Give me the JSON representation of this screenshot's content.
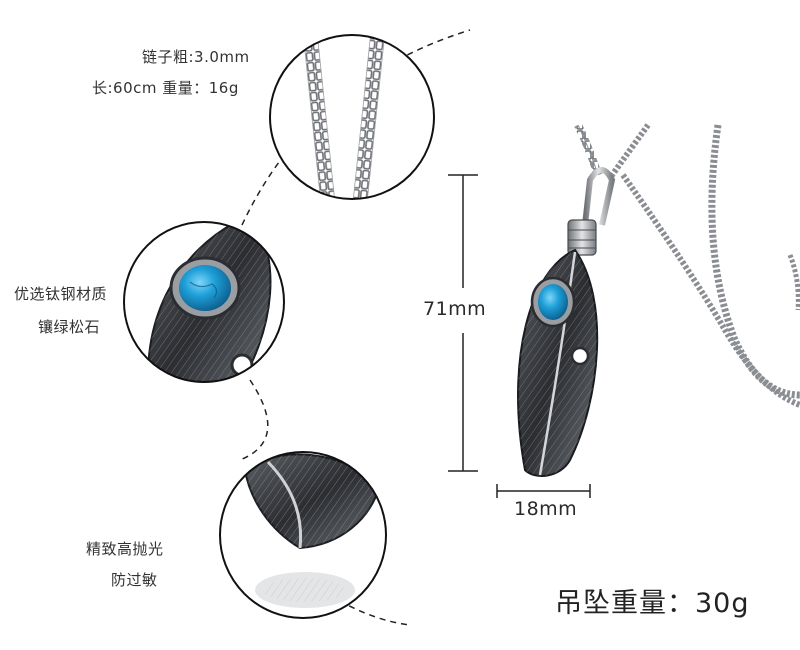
{
  "callouts": {
    "chain": {
      "line1": "链子粗:3.0mm",
      "line2": "长:60cm 重量：16g"
    },
    "material": {
      "line1": "优选钛钢材质",
      "line2": "镶绿松石"
    },
    "polish": {
      "line1": "精致高抛光",
      "line2": "防过敏"
    }
  },
  "dimensions": {
    "height": "71mm",
    "width": "18mm"
  },
  "pendant_weight": "吊坠重量：30g",
  "colors": {
    "turquoise": "#1e9fd8",
    "steel": "#8a8d92",
    "dark_steel": "#3a3c40",
    "line": "#222222"
  }
}
